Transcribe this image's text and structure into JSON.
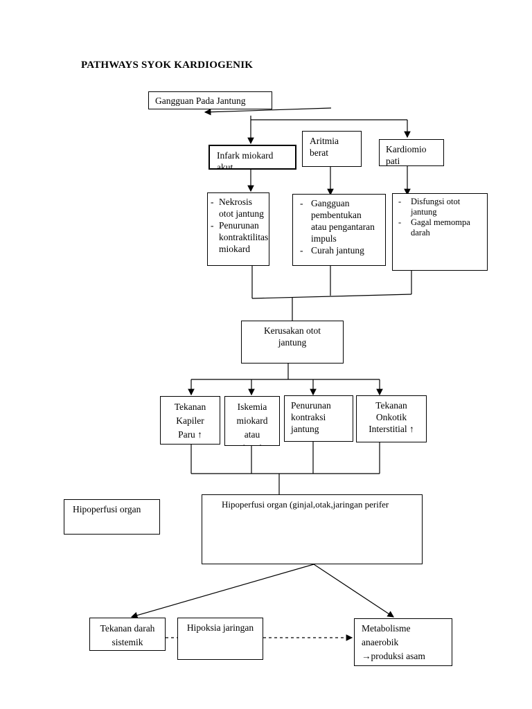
{
  "title": "PATHWAYS SYOK KARDIOGENIK",
  "nodes": {
    "gangguan": "Gangguan Pada Jantung",
    "infark": "Infark miokard akut",
    "aritmia": "Aritmia berat",
    "kardiomio": "Kardiomio pati",
    "nekrosis": [
      "Nekrosis otot jantung",
      "Penurunan kontraktilitas miokard"
    ],
    "gangguan_impuls": [
      "Gangguan pembentukan atau pengantaran impuls",
      "Curah jantung"
    ],
    "disfungsi": [
      "Disfungsi otot jantung",
      "Gagal memompa darah"
    ],
    "kerusakan": "Kerusakan otot jantung",
    "tekanan_kapiler": "Tekanan Kapiler Paru ↑",
    "iskemia": "Iskemia miokard atau sekunder",
    "penurunan_kontraksi": "Penurunan kontraksi jantung",
    "tekanan_onkotik": "Tekanan Onkotik Interstitial ↑",
    "hipoperfusi_left": "Hipoperfusi organ",
    "hipoperfusi_main": "Hipoperfusi organ (ginjal,otak,jaringan perifer",
    "tekanan_darah": "Tekanan darah sistemik",
    "hipoksia": "Hipoksia jaringan",
    "metabolisme_1": "Metabolisme",
    "metabolisme_2": "anaerobik",
    "metabolisme_3": "→produksi asam"
  }
}
